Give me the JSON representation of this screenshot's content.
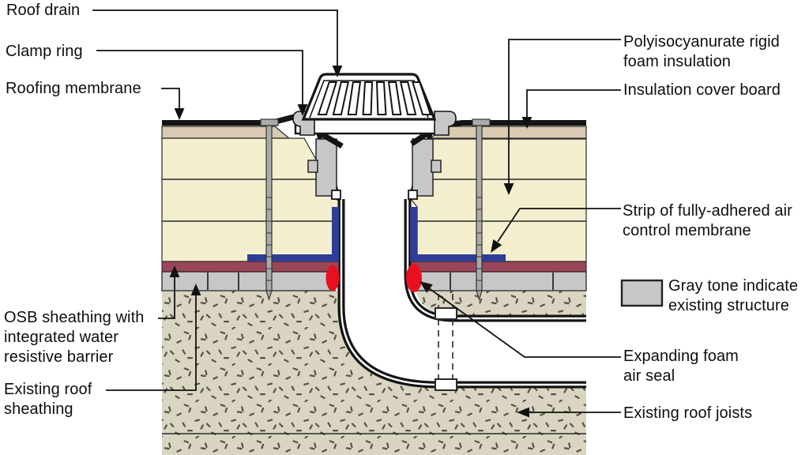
{
  "diagram": {
    "labels": {
      "roof_drain": "Roof drain",
      "clamp_ring": "Clamp ring",
      "roofing_membrane": "Roofing membrane",
      "polyiso": [
        "Polyisocyanurate rigid",
        "foam insulation"
      ],
      "insulation_cover_board": "Insulation cover board",
      "air_control_strip": [
        "Strip of fully-adhered air",
        "control membrane"
      ],
      "expanding_foam": [
        "Expanding foam",
        "air seal"
      ],
      "existing_roof_joists": "Existing roof joists",
      "osb_sheathing": [
        "OSB sheathing with",
        "integrated water",
        "resistive barrier"
      ],
      "existing_roof_sheathing": [
        "Existing roof",
        "sheathing"
      ]
    },
    "legend": {
      "lines": [
        "Gray tone indicate",
        "existing structure"
      ]
    },
    "colors": {
      "line": "#141414",
      "cream-insulation": "#f3eecd",
      "cover-board": "#d9cab1",
      "osb-maroon": "#9a4659",
      "membrane-blue": "#2e3d96",
      "structure-gray": "#c7c7c7",
      "speckle-bg": "#d9d5c2",
      "speckle-fleck": "#57533e",
      "foam-red": "#e81020",
      "fastener-gray": "#ababab"
    }
  }
}
